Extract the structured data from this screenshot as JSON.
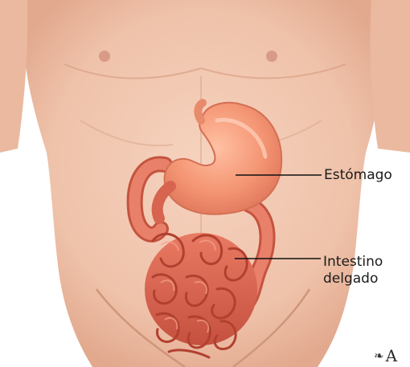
{
  "labels": {
    "stomach": "Estómago",
    "small_intestine_line1": "Intestino",
    "small_intestine_line2": "delgado"
  },
  "watermark": {
    "icon": "leaf-icon",
    "text": "A"
  },
  "colors": {
    "skin": "#f2c9b3",
    "skin_shadow": "#e3ad93",
    "stomach": "#f19a7c",
    "intestine": "#d9624f",
    "leader_line": "#111111"
  }
}
